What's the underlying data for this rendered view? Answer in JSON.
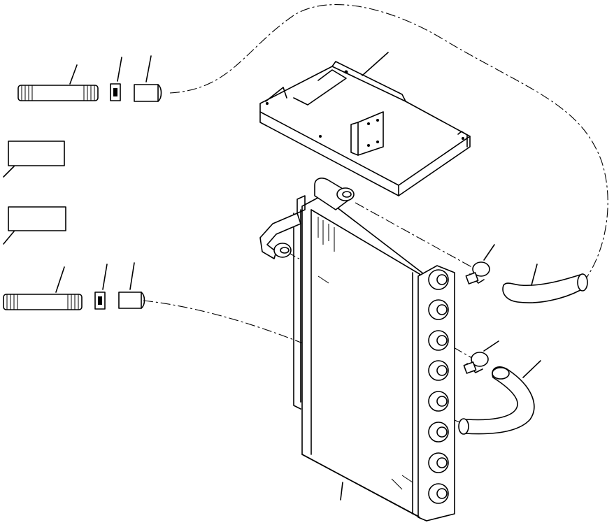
{
  "diagram": {
    "type": "exploded-parts-view",
    "colors": {
      "line": "#000000",
      "background": "#ffffff"
    },
    "parts": [
      {
        "name": "pipe-upper"
      },
      {
        "name": "clip-upper"
      },
      {
        "name": "sleeve-upper"
      },
      {
        "name": "label-box-1"
      },
      {
        "name": "label-box-2"
      },
      {
        "name": "pipe-lower"
      },
      {
        "name": "clip-lower"
      },
      {
        "name": "sleeve-lower"
      },
      {
        "name": "bracket-plate"
      },
      {
        "name": "evaporator-core"
      },
      {
        "name": "hose-clamp-upper"
      },
      {
        "name": "hose-upper"
      },
      {
        "name": "hose-clamp-lower"
      },
      {
        "name": "hose-lower"
      }
    ]
  }
}
